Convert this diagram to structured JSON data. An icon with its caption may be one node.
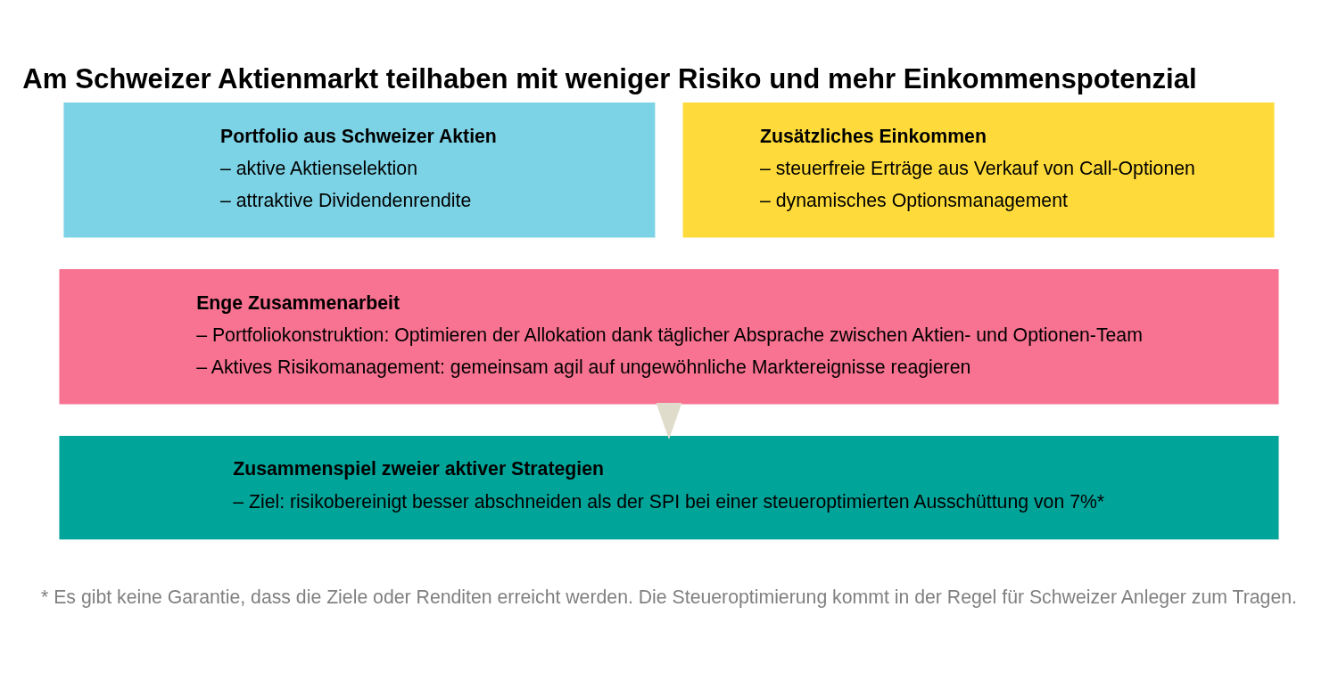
{
  "diagram": {
    "title": "Am Schweizer Aktienmarkt teilhaben mit weniger Risiko und mehr Einkommenspotenzial",
    "caption": "* Es gibt keine Garantie, dass die Ziele oder Renditen erreicht werden. Die Steueroptimierung kommt in der Regel für Schweizer Anleger zum Tragen.",
    "nodes": [
      {
        "text": [
          "Portfolio aus Schweizer Aktien",
          "– aktive Aktienselektion",
          "– attraktive Dividendenrendite"
        ]
      },
      {
        "text": [
          "Zusätzliches Einkommen",
          "– steuerfreie Erträge aus Verkauf von Call-Optionen",
          "– dynamisches Optionsmanagement"
        ]
      },
      {
        "text": [
          "Enge Zusammenarbeit",
          "– Portfoliokonstruktion: Optimieren der Allokation dank täglicher Absprache zwischen Aktien- und Optionen-Team",
          "– Aktives Risikomanagement: gemeinsam agil auf ungewöhnliche Marktereignisse reagieren"
        ]
      },
      {
        "text": [
          "Zusammenspiel zweier aktiver Strategien",
          "– Ziel: risikobereinigt besser abschneiden als der SPI bei einer steueroptimierten Ausschüttung von 7%*"
        ]
      }
    ],
    "edges": [
      {
        "from": 2,
        "to": 3,
        "arrow": "to",
        "color": "#e0dccb"
      }
    ]
  }
}
